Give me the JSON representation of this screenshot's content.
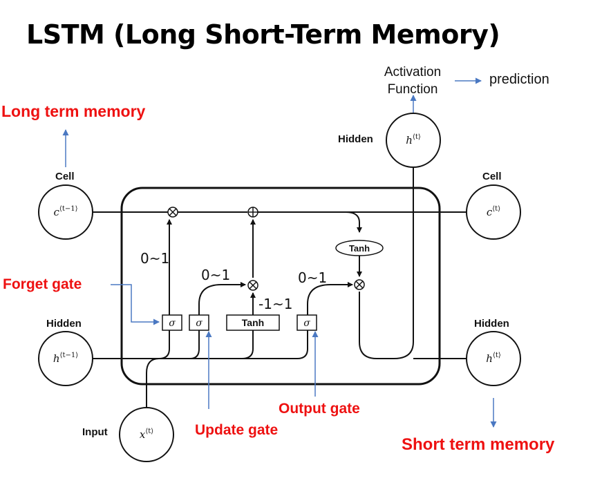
{
  "title": "LSTM (Long Short-Term Memory)",
  "annotations": {
    "long_term": "Long term memory",
    "short_term": "Short term memory",
    "forget_gate": "Forget gate",
    "update_gate": "Update gate",
    "output_gate": "Output gate",
    "activation_line1": "Activation",
    "activation_line2": "Function",
    "prediction": "prediction"
  },
  "node_labels": {
    "cell_left": "Cell",
    "cell_right": "Cell",
    "hidden_left": "Hidden",
    "hidden_right": "Hidden",
    "hidden_top": "Hidden",
    "input": "Input"
  },
  "ranges": {
    "forget": "0~1",
    "update": "0~1",
    "output": "0~1",
    "tanh": "-1~1"
  },
  "gates": {
    "sigma": "σ",
    "tanh_box": "Tanh",
    "tanh_oval": "Tanh"
  },
  "math": {
    "c_prev": "c",
    "c_prev_sup": "⟨t−1⟩",
    "c_t": "c",
    "c_t_sup": "⟨t⟩",
    "h_prev": "h",
    "h_prev_sup": "⟨t−1⟩",
    "h_t": "h",
    "h_t_sup": "⟨t⟩",
    "h_top": "h",
    "h_top_sup": "⟨t⟩",
    "x_t": "x",
    "x_t_sup": "⟨t⟩"
  },
  "colors": {
    "annotation_red": "#ee1111",
    "arrow_blue": "#4a78c2"
  }
}
